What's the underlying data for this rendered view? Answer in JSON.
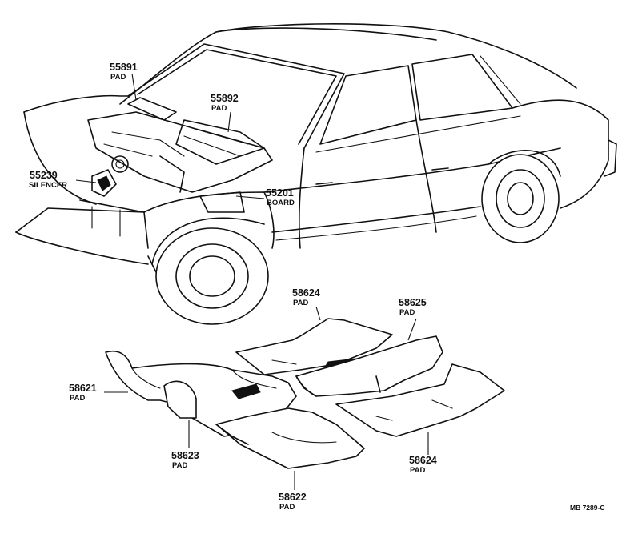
{
  "callouts": [
    {
      "id": "pad-55891",
      "part_no": "55891",
      "name": "PAD"
    },
    {
      "id": "pad-55892",
      "part_no": "55892",
      "name": "PAD"
    },
    {
      "id": "silencer-55239",
      "part_no": "55239",
      "name": "SILENCER"
    },
    {
      "id": "board-55201",
      "part_no": "55201",
      "name": "BOARD"
    },
    {
      "id": "pad-58624-top",
      "part_no": "58624",
      "name": "PAD"
    },
    {
      "id": "pad-58625",
      "part_no": "58625",
      "name": "PAD"
    },
    {
      "id": "pad-58621",
      "part_no": "58621",
      "name": "PAD"
    },
    {
      "id": "pad-58623",
      "part_no": "58623",
      "name": "PAD"
    },
    {
      "id": "pad-58624-bottom",
      "part_no": "58624",
      "name": "PAD"
    },
    {
      "id": "pad-58622",
      "part_no": "58622",
      "name": "PAD"
    }
  ],
  "drawing_code": "MB 7289-C"
}
